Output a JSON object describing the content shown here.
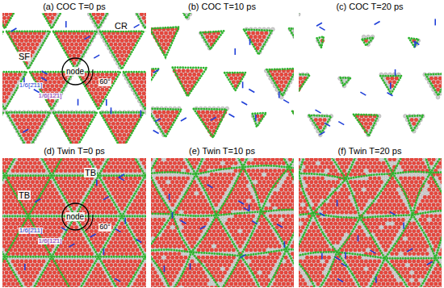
{
  "diagram": {
    "nodes": [
      {
        "text": [
          "node"
        ]
      },
      {
        "text": [
          "node"
        ]
      }
    ],
    "labels": [
      "(a) COC T=0 ps",
      "(b) COC T=10 ps",
      "(c) COC T=20 ps",
      "(d) Twin T=0 ps",
      "(e) Twin T=10 ps",
      "(f) Twin T=20 ps",
      "CR",
      "SF",
      "60°",
      "1/6[2̄11]",
      "1/6[12̄1]",
      "TB",
      "TB",
      "60°",
      "1/6[2̄11]",
      "1/6[12̄1]"
    ]
  }
}
